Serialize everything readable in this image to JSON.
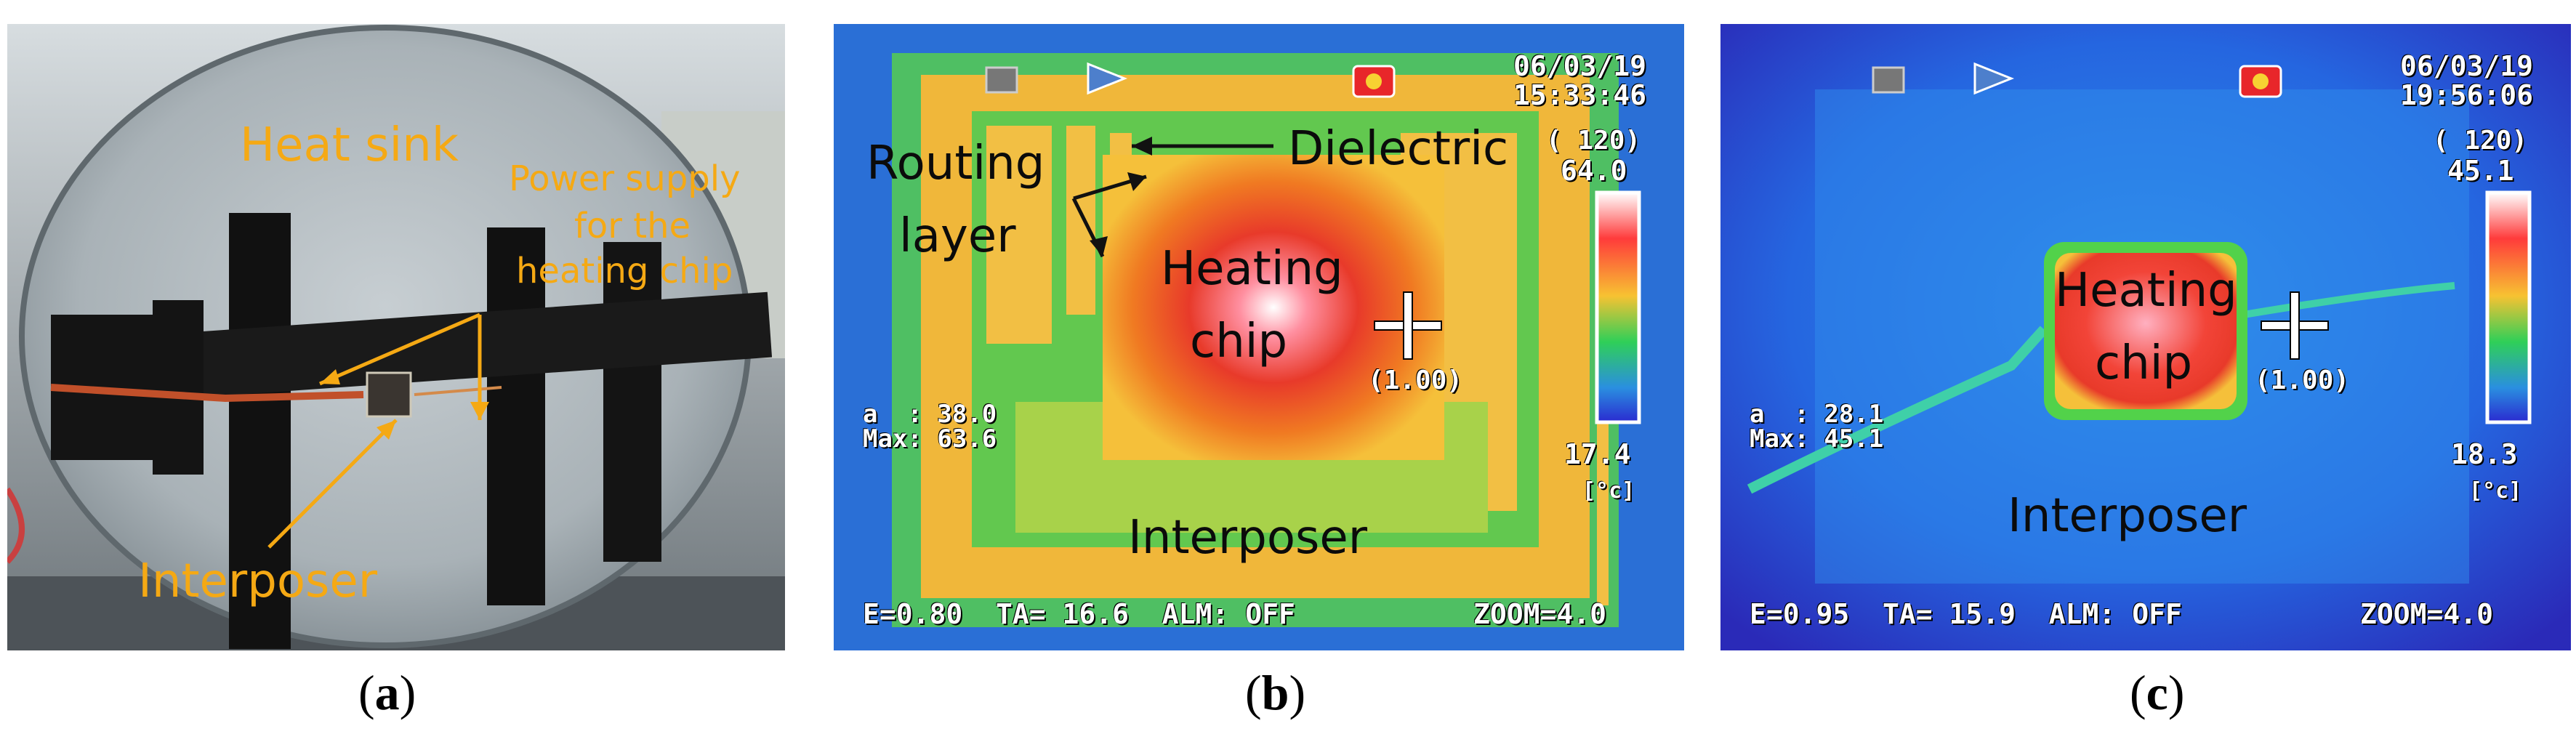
{
  "panels": {
    "a": {
      "caption": "a",
      "labels": {
        "heat_sink": "Heat sink",
        "power_supply_1": "Power supply",
        "power_supply_2": "for the",
        "power_supply_3": "heating chip",
        "interposer": "Interposer"
      }
    },
    "b": {
      "caption": "b",
      "date": "06/03/19",
      "time": "15:33:46",
      "range_top": "( 120)",
      "max_scale": "64.0",
      "min_scale": "17.4",
      "unit": "[°c]",
      "emissivity_marker": "(1.00)",
      "point_a": "a  : 38.0",
      "point_max": "Max: 63.6",
      "status": "E=0.80  TA= 16.6  ALM: OFF",
      "zoom": "ZOOM=4.0",
      "labels": {
        "routing_1": "Routing",
        "routing_2": "layer",
        "dielectric": "Dielectric",
        "heating_1": "Heating",
        "heating_2": "chip",
        "interposer": "Interposer"
      }
    },
    "c": {
      "caption": "c",
      "date": "06/03/19",
      "time": "19:56:06",
      "range_top": "( 120)",
      "max_scale": "45.1",
      "min_scale": "18.3",
      "unit": "[°c]",
      "emissivity_marker": "(1.00)",
      "point_a": "a  : 28.1",
      "point_max": "Max: 45.1",
      "status": "E=0.95  TA= 15.9  ALM: OFF",
      "zoom": "ZOOM=4.0",
      "labels": {
        "heating_1": "Heating",
        "heating_2": "chip",
        "interposer": "Interposer"
      }
    }
  },
  "colors": {
    "annotation_orange": "#f5a914",
    "hot": "#e83a2a",
    "warm": "#f5c03a",
    "mid": "#3cc96a",
    "cold_b": "#2a6fd6",
    "cold_c": "#2452d8"
  }
}
